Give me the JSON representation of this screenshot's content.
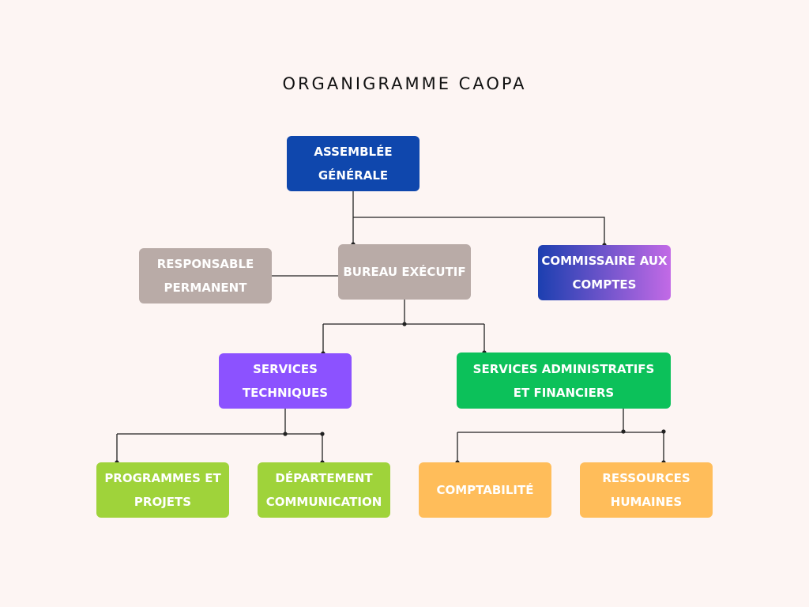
{
  "title": "ORGANIGRAMME CAOPA",
  "nodes": {
    "assemblee": {
      "label": "ASSEMBLÉE GÉNÉRALE",
      "color": "#0f47ad"
    },
    "bureau": {
      "label": "BUREAU EXÉCUTIF",
      "color": "#b9aba7"
    },
    "responsable": {
      "label": "RESPONSABLE PERMANENT",
      "color": "#b9aba7"
    },
    "commissaire": {
      "label": "COMMISSAIRE AUX COMPTES",
      "color_start": "#1c3fb0",
      "color_end": "#c26ae6"
    },
    "services_techniques": {
      "label": "SERVICES TECHNIQUES",
      "color": "#8c52ff"
    },
    "services_admin": {
      "label": "SERVICES ADMINISTRATIFS ET FINANCIERS",
      "color": "#0cc15a"
    },
    "programmes": {
      "label": "PROGRAMMES ET PROJETS",
      "color": "#9fd33a"
    },
    "departement": {
      "label": "DÉPARTEMENT COMMUNICATION",
      "color": "#9fd33a"
    },
    "comptabilite": {
      "label": "COMPTABILITÉ",
      "color": "#ffbd5a"
    },
    "ressources": {
      "label": "RESSOURCES HUMAINES",
      "color": "#ffbd5a"
    }
  },
  "connector_color": "#222222"
}
